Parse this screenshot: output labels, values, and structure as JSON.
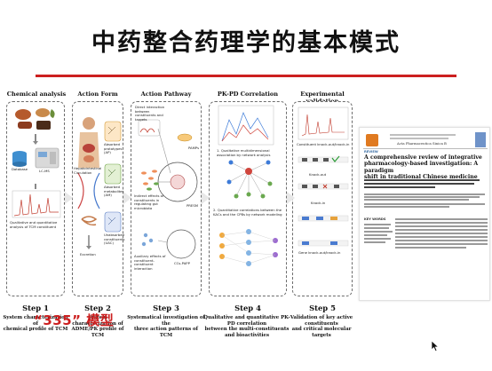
{
  "slide": {
    "title": "中药整合药理学的基本模式",
    "model_label": "“335” 模型"
  },
  "diagram": {
    "columns": [
      {
        "heading": "Chemical analysis",
        "step": "Step 1",
        "description": [
          "System characterization of",
          "chemical profile of TCM"
        ],
        "labels": [
          "Database",
          "LC-MS",
          "Qualitative and quantitative",
          "analysis of TCM constituent"
        ]
      },
      {
        "heading": "Action Form",
        "step": "Step 2",
        "description": [
          "System characterization of",
          "ADME/PK profile of TCM"
        ],
        "labels": [
          "Hepatointestinal",
          "Circulation",
          "Absorbed prototypes (AP)",
          "Absorbed metabolites (AM)",
          "Unabsorbed constituents (UAC)",
          "Excretion"
        ]
      },
      {
        "heading": "Action Pathway",
        "step": "Step 3",
        "description": [
          "Systematical investigation of the",
          "three action patterns of TCM"
        ],
        "labels": [
          "Direct interaction between constituents and targets",
          "Indirect effects of constituents in regulating gut microbiota",
          "Auxiliary effects of constituent-constituent interaction",
          "PAMPs",
          "PRESM",
          "CCs-PAPP"
        ]
      },
      {
        "heading": "PK-PD Correlation",
        "step": "Step 4",
        "description": [
          "Qualitative and quantitative PK-PD correlation",
          "between the multi-constituents and bioactivities"
        ],
        "labels": [
          "1. Qualitative multidimensional association by network analysis",
          "2. Quantitative correlations between the KACs and the CPBs by network modeling"
        ]
      },
      {
        "heading": "Experimental validation",
        "step": "Step 5",
        "description": [
          "Validation of key active constituents",
          "and critical molecular targets"
        ],
        "labels": [
          "Constituent knock-out/knock-in",
          "Knock-out",
          "Knock-in",
          "Gene knock-out/knock-in"
        ]
      }
    ]
  },
  "paper": {
    "journal": "Acta Pharmaceutica Sinica B",
    "title_lines": [
      "A comprehensive review of integrative",
      "pharmacology-based investigation: A paradigm",
      "shift in traditional Chinese medicine"
    ],
    "section_key_words": "KEY WORDS",
    "section_review": "REVIEW"
  },
  "colors": {
    "title_rule": "#cc1f1f",
    "model_label": "#cc1f1f",
    "panel_border": "#6d6d6d"
  },
  "icons": [
    "cursor-icon"
  ]
}
